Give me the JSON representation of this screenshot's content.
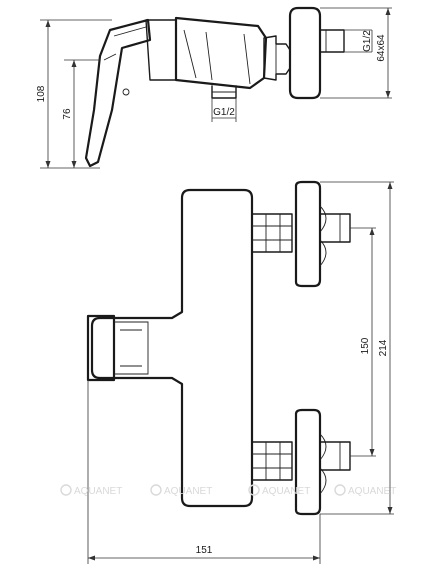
{
  "dimensions": {
    "height_overall": "108",
    "handle_height": "76",
    "outlet_thread": "G1/2",
    "inlet_thread": "G1/2",
    "cover_size": "64x64",
    "inlet_spacing": "150",
    "overall_height": "214",
    "overall_width": "151"
  },
  "watermark": {
    "text": "AQUANET",
    "color": "#d9d9d9"
  },
  "colors": {
    "line": "#1a1a1a",
    "background": "#ffffff"
  }
}
